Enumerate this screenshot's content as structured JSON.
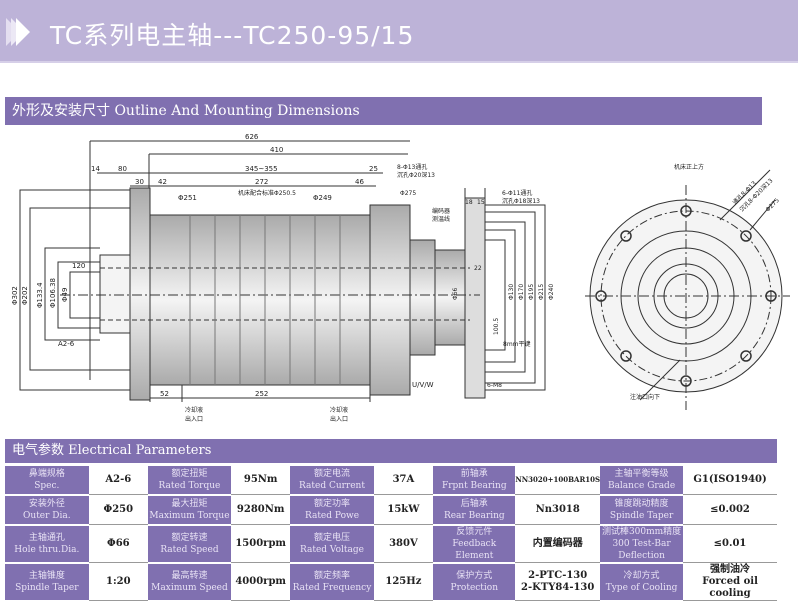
{
  "header": {
    "title": "TC系列电主轴---TC250-95/15"
  },
  "outline_section": {
    "title": "外形及安装尺寸 Outline And Mounting Dimensions"
  },
  "drawing": {
    "dims": [
      "626",
      "410",
      "14",
      "80",
      "345~355",
      "25",
      "30",
      "42",
      "272",
      "46",
      "Φ251",
      "Φ249",
      "机床配合标准Φ250.5",
      "8-Φ13通孔",
      "沉孔Φ20深13",
      "Φ275",
      "Φ302",
      "Φ202",
      "Φ133.4",
      "Φ106.38",
      "Φ49",
      "120",
      "A2-6",
      "52",
      "252",
      "冷却液",
      "出入口",
      "编码器",
      "测温线",
      "U/V/W",
      "18",
      "15",
      "6-Φ11通孔",
      "沉孔Φ18深13",
      "22",
      "Φ66",
      "Φ130",
      "Φ170",
      "Φ195",
      "Φ215",
      "Φ240",
      "100.5",
      "8mm平键",
      "6-M8",
      "机床正上方",
      "通孔8-Φ13",
      "沉孔8-Φ20深13",
      "Φ275",
      "注油口向下"
    ]
  },
  "electrical_section": {
    "title": "电气参数 Electrical Parameters"
  },
  "params": [
    [
      {
        "cn": "鼻端规格",
        "en": "Spec.",
        "v": "A2-6"
      },
      {
        "cn": "额定扭矩",
        "en": "Rated Torque",
        "v": "95Nm"
      },
      {
        "cn": "额定电流",
        "en": "Rated Current",
        "v": "37A"
      },
      {
        "cn": "前轴承",
        "en": "Frpnt Bearing",
        "v": "NN3020+100BAR10S"
      },
      {
        "cn": "主轴平衡等级",
        "en": "Balance Grade",
        "v": "G1(ISO1940)"
      }
    ],
    [
      {
        "cn": "安装外径",
        "en": "Outer Dia.",
        "v": "Φ250"
      },
      {
        "cn": "最大扭矩",
        "en": "Maximum Torque",
        "v": "9280Nm"
      },
      {
        "cn": "额定功率",
        "en": "Rated Powe",
        "v": "15kW"
      },
      {
        "cn": "后轴承",
        "en": "Rear Bearing",
        "v": "Nn3018"
      },
      {
        "cn": "锥度跳动精度",
        "en": "Spindle Taper",
        "v": "≤0.002"
      }
    ],
    [
      {
        "cn": "主轴通孔",
        "en": "Hole thru.Dia.",
        "v": "Φ66"
      },
      {
        "cn": "额定转速",
        "en": "Rated Speed",
        "v": "1500rpm"
      },
      {
        "cn": "额定电压",
        "en": "Rated Voltage",
        "v": "380V"
      },
      {
        "cn": "反馈元件",
        "en": "Feedback Element",
        "v": "内置编码器"
      },
      {
        "cn": "测试棒300mm精度",
        "en": "300 Test-Bar Deflection",
        "v": "≤0.01"
      }
    ],
    [
      {
        "cn": "主轴锥度",
        "en": "Spindle Taper",
        "v": "1:20"
      },
      {
        "cn": "最高转速",
        "en": "Maximum Speed",
        "v": "4000rpm"
      },
      {
        "cn": "额定频率",
        "en": "Rated Frequency",
        "v": "125Hz"
      },
      {
        "cn": "保护方式",
        "en": "Protection",
        "v": "2-PTC-130\n2-KTY84-130"
      },
      {
        "cn": "冷却方式",
        "en": "Type of Cooling",
        "v": "强制油冷\nForced oil cooling"
      }
    ]
  ]
}
